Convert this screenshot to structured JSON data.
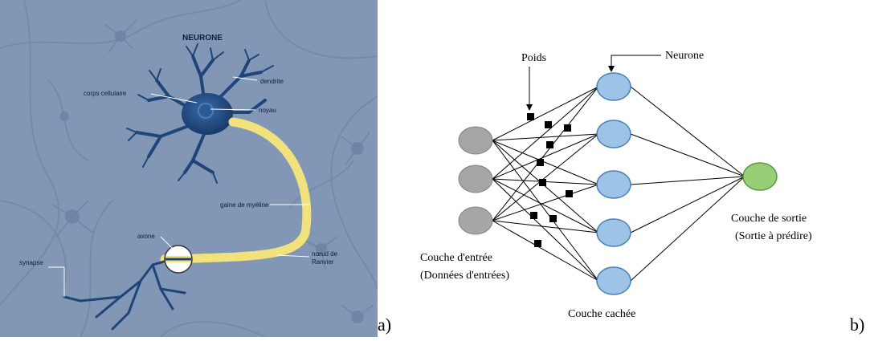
{
  "panel_a": {
    "letter": "a)",
    "title": "NEURONE",
    "labels": {
      "dendrite": "dendrite",
      "corps": "corps cellulaire",
      "noyau": "noyau",
      "gaine": "gaine de myéline",
      "axone": "axone",
      "noeud_line1": "nœud de",
      "noeud_line2": "Ranvier",
      "synapse": "synapse"
    },
    "colors": {
      "background": "#8096b4",
      "neuron": "#1f4478",
      "myelin": "#f2e27d"
    }
  },
  "panel_b": {
    "letter": "b)",
    "labels": {
      "poids": "Poids",
      "neurone": "Neurone",
      "input_line1": "Couche d'entrée",
      "input_line2": "(Données d'entrées)",
      "hidden": "Couche cachée",
      "output_line1": "Couche de sortie",
      "output_line2": "(Sortie à prédire)"
    },
    "colors": {
      "input": "#a6a6a6",
      "hidden": "#9dc3e6",
      "output": "#97cf79"
    }
  }
}
